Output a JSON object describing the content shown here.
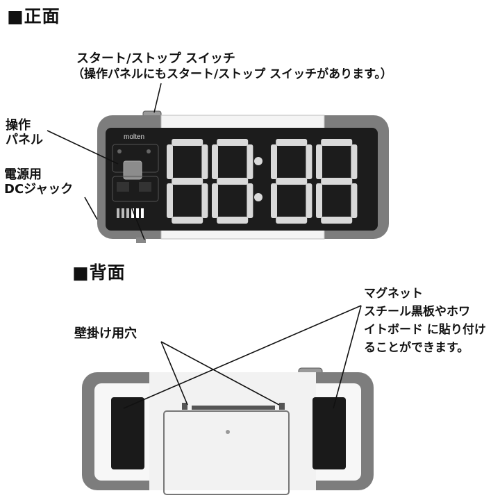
{
  "front": {
    "heading": "■正面",
    "start_stop_label": "スタート/ストップ スイッチ",
    "start_stop_note": "（操作パネルにもスタート/ストップ スイッチがあります。）",
    "panel_label": [
      "操作",
      "パネル"
    ],
    "dc_jack_label": [
      "電源用",
      "DCジャック"
    ],
    "brand": "molten",
    "display_digits": "88:88",
    "colors": {
      "body": "#7a7a7a",
      "screen": "#1c1c1c",
      "segment": "#d9d9d9"
    }
  },
  "back": {
    "heading": "■背面",
    "wall_hole_label": "壁掛け用穴",
    "magnet_label": [
      "マグネット",
      "スチール黒板やホワ",
      "イトボード に貼り付け",
      "ることができます。"
    ]
  }
}
